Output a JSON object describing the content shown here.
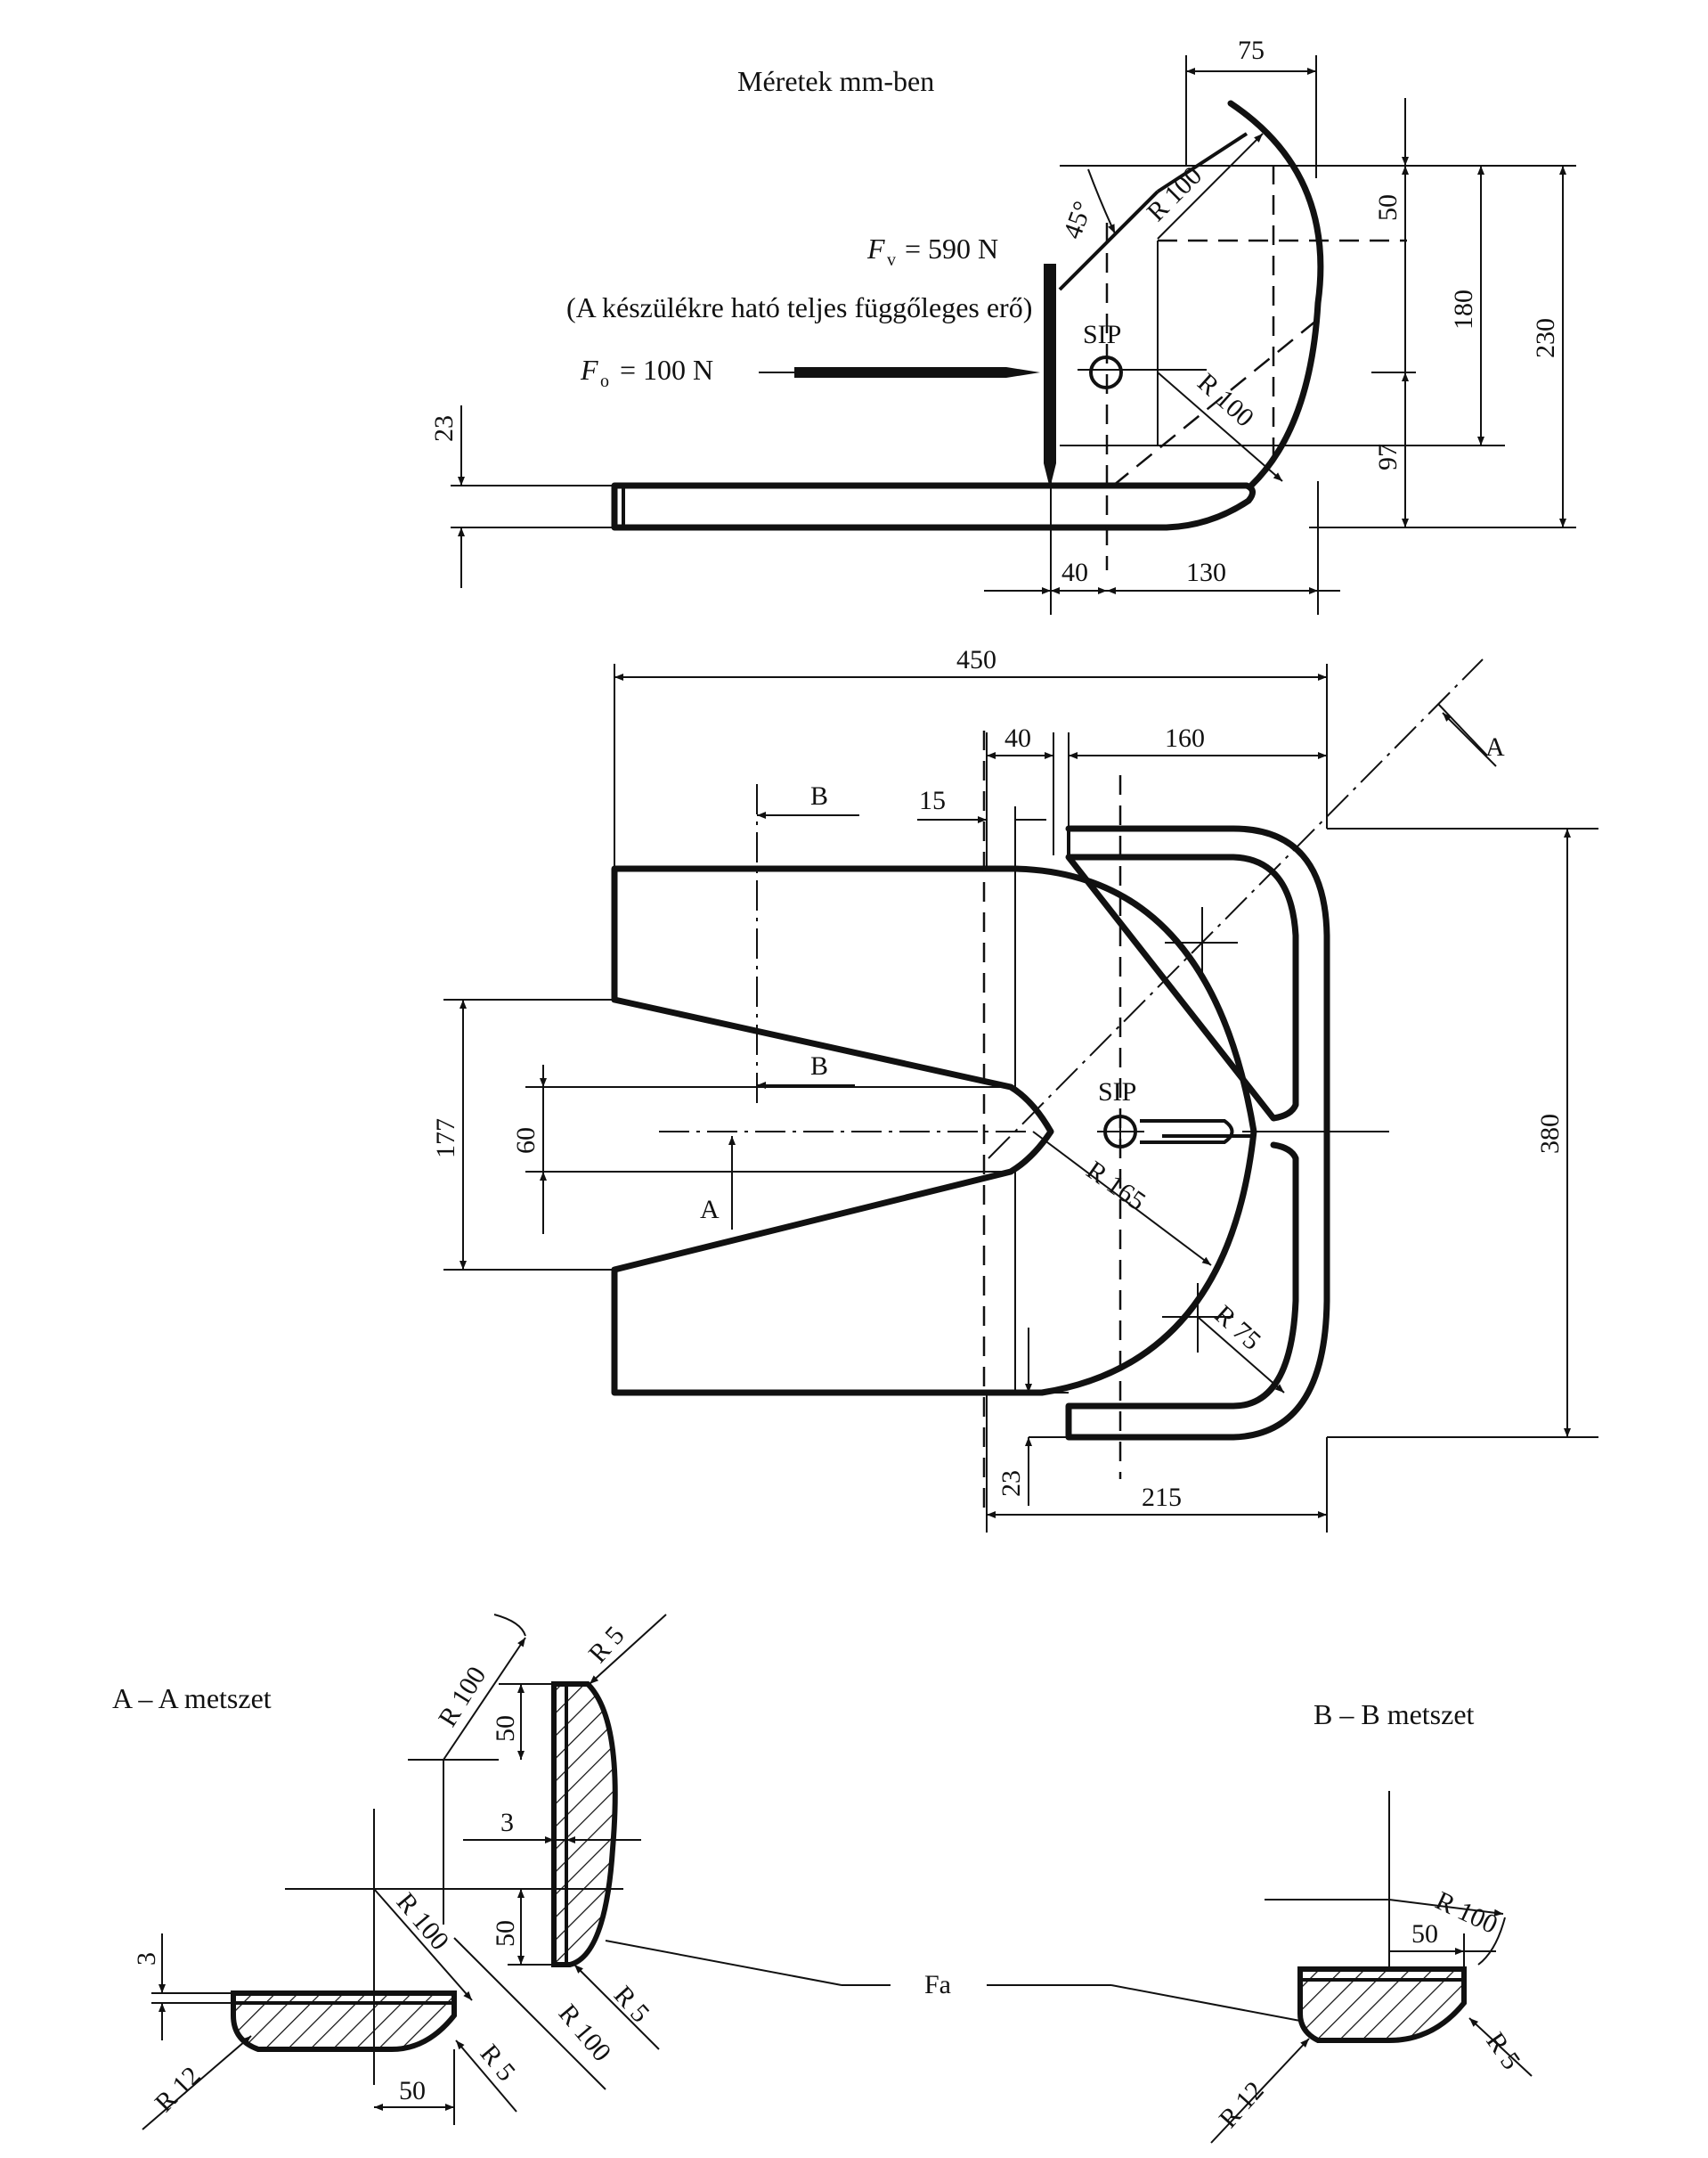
{
  "header": {
    "units_note": "Méretek mm-ben"
  },
  "side_view": {
    "force_v_symbol": "F",
    "force_v_sub": "v",
    "force_v_value": "= 590 N",
    "force_v_note": "(A készülékre ható teljes függőleges erő)",
    "force_o_symbol": "F",
    "force_o_sub": "o",
    "force_o_value": "= 100 N",
    "sip": "SIP",
    "angle": "45°",
    "r100_upper": "R 100",
    "r100_lower": "R 100",
    "dim_75": "75",
    "dim_50": "50",
    "dim_180": "180",
    "dim_230": "230",
    "dim_97": "97",
    "dim_23": "23",
    "dim_40": "40",
    "dim_130": "130"
  },
  "plan_view": {
    "dim_450": "450",
    "dim_40": "40",
    "dim_160": "160",
    "dim_15": "15",
    "dim_177": "177",
    "dim_60": "60",
    "dim_380": "380",
    "dim_215": "215",
    "dim_23": "23",
    "r165": "R 165",
    "r75": "R 75",
    "sip": "SIP",
    "section_a_top": "A",
    "section_a_bottom": "A",
    "section_b_top": "B",
    "section_b_bottom": "B"
  },
  "section_aa": {
    "title": "A – A metszet",
    "r5_top": "R 5",
    "r100_top": "R 100",
    "dim_50_top": "50",
    "dim_3_mid": "3",
    "dim_50_low": "50",
    "r100_mid": "R 100",
    "r5_mid": "R 5",
    "r100_low": "R 100",
    "r5_low": "R 5",
    "dim_3_left": "3",
    "r12": "R 12",
    "dim_50_bottom": "50"
  },
  "material_label": "Fa",
  "section_bb": {
    "title": "B – B metszet",
    "r100": "R 100",
    "dim_50": "50",
    "r5": "R 5",
    "r12": "R 12"
  }
}
